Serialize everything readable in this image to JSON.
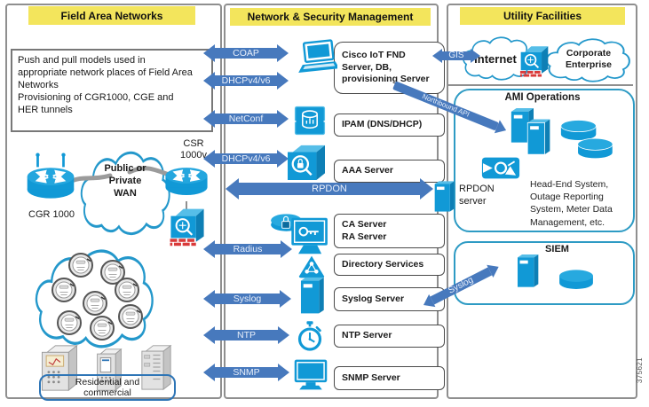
{
  "figure_number": "375621",
  "colors": {
    "header_yellow": "#F3E55C",
    "arrow_blue": "#4779BD",
    "icon_blue": "#1199D6",
    "cloud_stroke": "#2498CB",
    "column_border_gray": "#8F8F8F",
    "firewall_brick_red": "#D93A3A"
  },
  "field_area": {
    "title": "Field Area Networks",
    "note": "Push and pull models used in\nappropriate network places of Field Area\nNetworks\nProvisioning of CGR1000, CGE and\nHER tunnels",
    "cgr_label": "CGR 1000",
    "wan_label": "Public or\nPrivate\nWAN",
    "csr_label": "CSR\n1000v",
    "residential_label": "Residential and\ncommercial"
  },
  "management": {
    "title": "Network & Security Management",
    "arrows": {
      "coap": "COAP",
      "dhcp_top": "DHCPv4/v6",
      "netconf": "NetConf",
      "dhcp_mid": "DHCPv4/v6",
      "rpdon": "RPDON",
      "radius": "Radius",
      "syslog": "Syslog",
      "ntp": "NTP",
      "snmp": "SNMP"
    },
    "boxes": {
      "fnd": "Cisco IoT FND\nServer, DB,\nprovisioning Server",
      "ipam": "IPAM (DNS/DHCP)",
      "aaa": "AAA Server",
      "ca_ra": "CA Server\nRA Server",
      "directory": "Directory Services",
      "syslog": "Syslog Server",
      "ntp": "NTP Server",
      "snmp": "SNMP Server"
    }
  },
  "utility": {
    "title": "Utility Facilities",
    "gis_label": "GIS",
    "internet_label": "Internet",
    "corporate_label": "Corporate\nEnterprise",
    "northbound_label": "Northbound API",
    "rpdon_server_label": "RPDON\nserver",
    "ami": {
      "title": "AMI Operations",
      "headend_text": "Head-End System,\nOutage Reporting\nSystem, Meter Data\nManagement, etc."
    },
    "siem": {
      "title": "SIEM"
    },
    "syslog_label": "Syslog"
  }
}
